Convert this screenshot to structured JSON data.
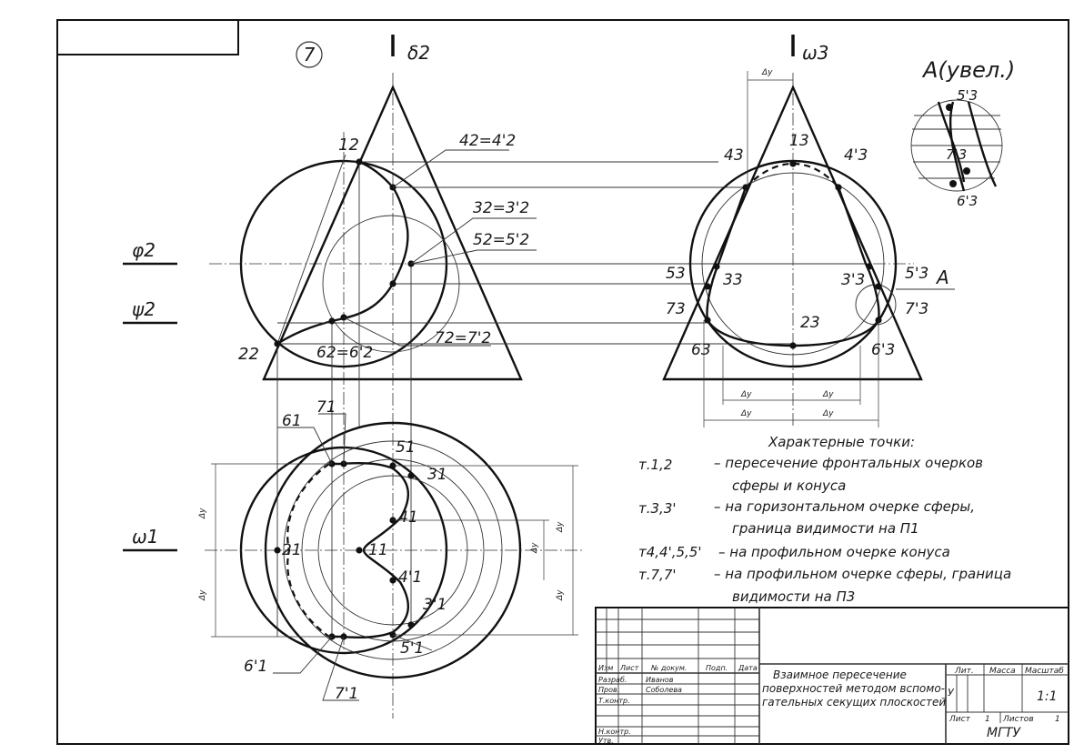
{
  "drawing": {
    "number": "7",
    "view_labels": {
      "delta": "δ2",
      "omega3": "ω3",
      "phi": "φ2",
      "psi": "ψ2",
      "omega1": "ω1",
      "detail_marker": "A",
      "detail_title": "A(увел.)"
    },
    "front_points": {
      "p1": "12",
      "p2": "22",
      "p4": "42=4'2",
      "p3": "32=3'2",
      "p5": "52=5'2",
      "p6": "62=6'2",
      "p7": "72=7'2"
    },
    "side_points": {
      "p1": "13",
      "p2": "23",
      "p4": "43",
      "p4b": "4'3",
      "p5": "53",
      "p5b": "5'3",
      "p3": "33",
      "p3b": "3'3",
      "p7": "73",
      "p7b": "7'3",
      "p6": "63",
      "p6b": "6'3"
    },
    "top_points": {
      "p6": "61",
      "p7": "71",
      "p5": "51",
      "p3": "31",
      "p4": "41",
      "p2": "21",
      "p1": "11",
      "p4b": "4'1",
      "p3b": "3'1",
      "p5b": "5'1",
      "p6b": "6'1",
      "p7b": "7'1"
    },
    "detail_points": {
      "p5": "5'3",
      "p7": "7'3",
      "p6": "6'3"
    },
    "dim_label": "Δy",
    "notes": {
      "heading": "Характерные точки:",
      "rows": [
        {
          "key": "т.1,2",
          "text": "– пересечение фронтальных очерков",
          "cont": "сферы и конуса"
        },
        {
          "key": "т.3,3'",
          "text": "– на горизонтальном очерке сферы,",
          "cont": "граница видимости на П1"
        },
        {
          "key": "т4,4',5,5'",
          "text": "– на профильном очерке конуса",
          "cont": ""
        },
        {
          "key": "т.7,7'",
          "text": "– на профильном очерке сферы, граница",
          "cont": "видимости на П3"
        }
      ]
    },
    "title_block": {
      "title_lines": [
        "Взаимное пересечение",
        "поверхностей методом вспомо-",
        "гательных секущих плоскостей"
      ],
      "headers": [
        "Изм",
        "Лист",
        "№ докум.",
        "Подп.",
        "Дата"
      ],
      "rows": [
        {
          "role": "Разраб.",
          "name": "Иванов"
        },
        {
          "role": "Пров.",
          "name": "Соболева"
        },
        {
          "role": "Т.контр.",
          "name": ""
        },
        {
          "role": "Н.контр.",
          "name": ""
        },
        {
          "role": "Утв.",
          "name": ""
        }
      ],
      "lit_label": "Лит.",
      "mass_label": "Масса",
      "scale_label": "Масштаб",
      "lit_value": "У",
      "scale_value": "1:1",
      "sheet_label": "Лист",
      "sheet_value": "1",
      "sheets_label": "Листов",
      "sheets_value": "1",
      "org": "МГТУ"
    }
  }
}
